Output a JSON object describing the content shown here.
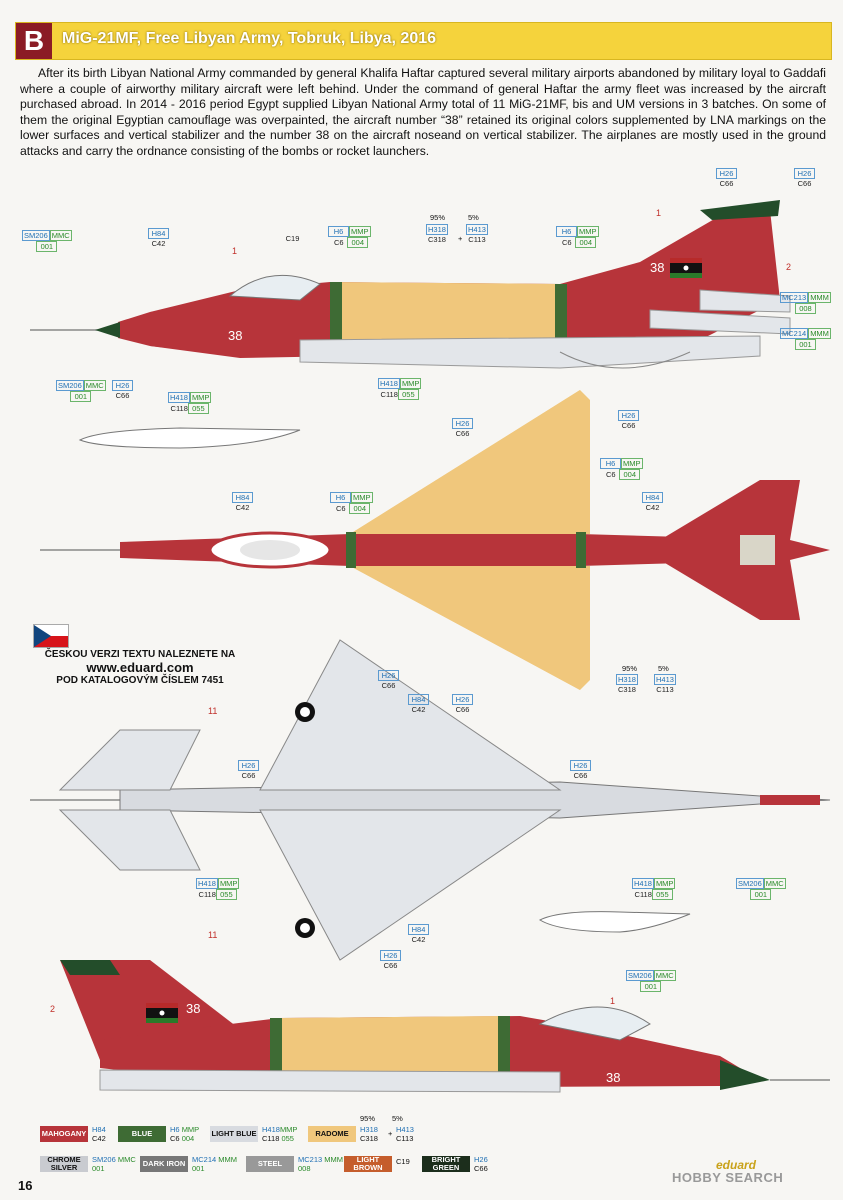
{
  "header": {
    "letter": "B",
    "title": "MiG-21MF, Free Libyan Army, Tobruk, Libya, 2016"
  },
  "intro": "After its birth Libyan National Army commanded by general Khalifa Haftar captured several military airports abandoned by military loyal to Gaddafi where a couple of airworthy military aircraft were left behind. Under the command of general Haftar the army fleet was increased by the aircraft purchased abroad. In 2014 - 2016 period Egypt supplied Libyan National Army total of 11 MiG-21MF, bis and UM versions in 3 batches. On some of them the original Egyptian camouflage was overpainted, the aircraft number “38” retained its original colors supplemented by LNA markings on the lower surfaces and vertical stabilizer and the number 38 on the aircraft noseand on vertical stabilizer. The airplanes are mostly used in the ground attacks and carry the ordnance consisting of the bombs or rocket launchers.",
  "aircraft_number": "38",
  "callouts": {
    "n1": "1",
    "n2": "2",
    "n11": "11"
  },
  "codes": {
    "h26": "H26",
    "c66": "C66",
    "h84": "H84",
    "c42": "C42",
    "h6": "H6",
    "mmp": "MMP",
    "c6": "C6",
    "mmp004": "004",
    "c19": "C19",
    "h318": "H318",
    "c318": "C318",
    "h413": "H413",
    "c113": "C113",
    "h418": "H418",
    "c118": "C118",
    "mmp055": "055",
    "sm206": "SM206",
    "mmc": "MMC",
    "mmc001": "001",
    "mc213": "MC213",
    "mmm": "MMM",
    "mmm008": "008",
    "mc214": "MC214",
    "mmm001": "001",
    "p95": "95%",
    "p5": "5%",
    "plus": "+"
  },
  "czech": {
    "line1": "ČESKOU VERZI TEXTU NALEZNETE NA",
    "url": "www.eduard.com",
    "line3": "POD KATALOGOVÝM ČÍSLEM 7451"
  },
  "legend": {
    "mahogany": "MAHOGANY",
    "blue": "BLUE",
    "light_blue": "LIGHT BLUE",
    "radome": "RADOME",
    "chrome_silver": "CHROME SILVER",
    "dark_iron": "DARK IRON",
    "steel": "STEEL",
    "light_brown": "LIGHT BROWN",
    "bright_green": "BRIGHT GREEN"
  },
  "colors": {
    "mahogany": "#b7343a",
    "sand": "#f0c77c",
    "green": "#3e6b34",
    "grey": "#d8dbe0",
    "radome": "#234d2a",
    "black": "#111111"
  },
  "page_number": "16",
  "brand": "eduard",
  "watermark": "HOBBY SEARCH"
}
